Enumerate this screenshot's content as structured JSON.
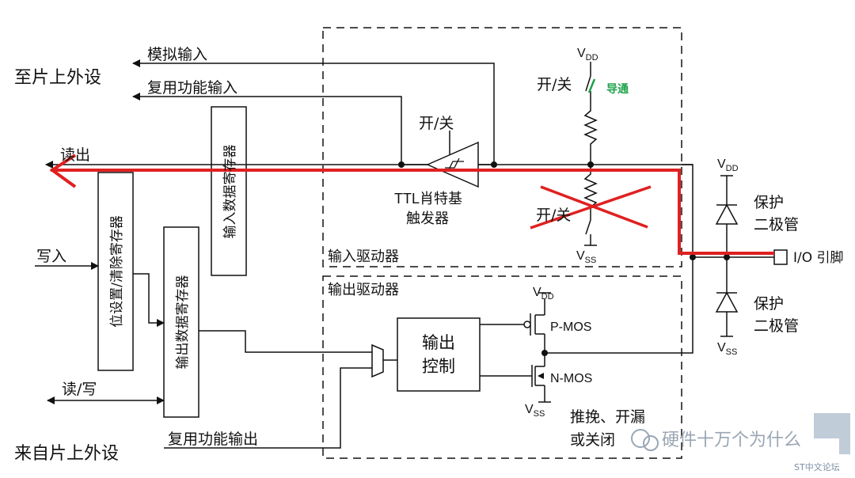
{
  "labels": {
    "to_peripheral": "至片上外设",
    "from_peripheral": "来自片上外设",
    "analog_input": "模拟输入",
    "alt_func_input": "复用功能输入",
    "read_out": "读出",
    "write_in": "写入",
    "read_write": "读/写",
    "alt_func_output": "复用功能输出",
    "input_data_register": "输入数据寄存器",
    "bit_set_reset_register": "位设置/清除寄存器",
    "output_data_register": "输出数据寄存器",
    "switch_schmitt": "开/关",
    "switch_pullup": "开/关",
    "switch_pulldown": "开/关",
    "conducting": "导通",
    "schmitt_line1": "TTL肖特基",
    "schmitt_line2": "触发器",
    "input_driver": "输入驱动器",
    "output_driver": "输出驱动器",
    "output_control_line1": "输出",
    "output_control_line2": "控制",
    "pmos": "P-MOS",
    "nmos": "N-MOS",
    "mode_line1": "推挽、开漏",
    "mode_line2": "或关闭",
    "protect_diode_top_1": "保护",
    "protect_diode_top_2": "二极管",
    "protect_diode_bottom_1": "保护",
    "protect_diode_bottom_2": "二极管",
    "io_pin": "I/O 引脚",
    "vdd": "V",
    "vdd_sub": "DD",
    "vss": "V",
    "vss_sub": "SS"
  },
  "watermark": {
    "account": "硬件十万个为什么",
    "forum": "ST中文论坛"
  },
  "colors": {
    "line": "#111111",
    "highlight": "#e02020",
    "conducting": "#1ea34a",
    "watermark": "#9aa6b4"
  }
}
